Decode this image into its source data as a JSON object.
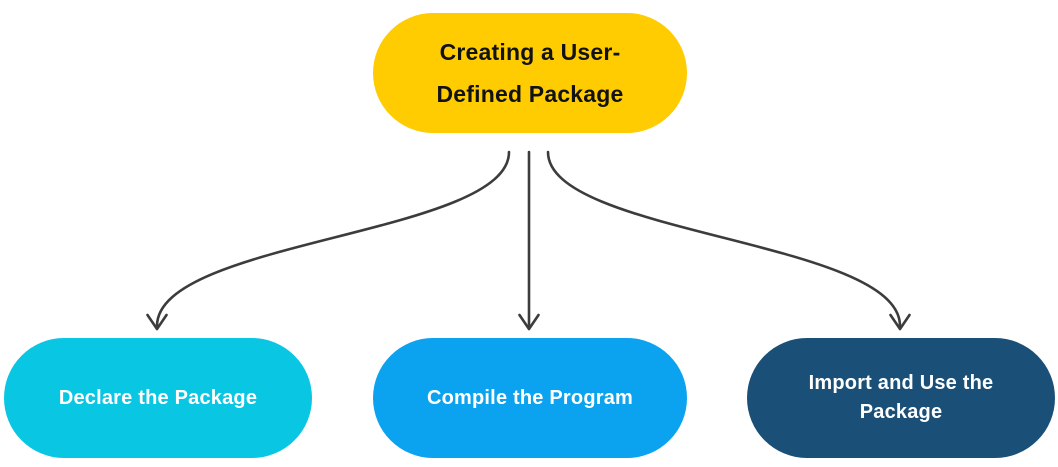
{
  "diagram": {
    "title": "Creating a User-Defined Package",
    "colors": {
      "background": "#FFFFFF",
      "root_fill": "#FECC00",
      "root_text": "#121212",
      "declare_fill": "#09C6E2",
      "compile_fill": "#0BA3EF",
      "import_fill": "#1A5078",
      "child_text": "#FFFFFF",
      "arrow": "#3C3C3C"
    },
    "nodes": {
      "root": {
        "lines": [
          "Creating a User-",
          "Defined Package"
        ]
      },
      "declare": {
        "lines": [
          "Declare the Package"
        ]
      },
      "compile": {
        "lines": [
          "Compile the Program"
        ]
      },
      "import": {
        "lines": [
          "Import and Use the",
          "Package"
        ]
      }
    }
  }
}
